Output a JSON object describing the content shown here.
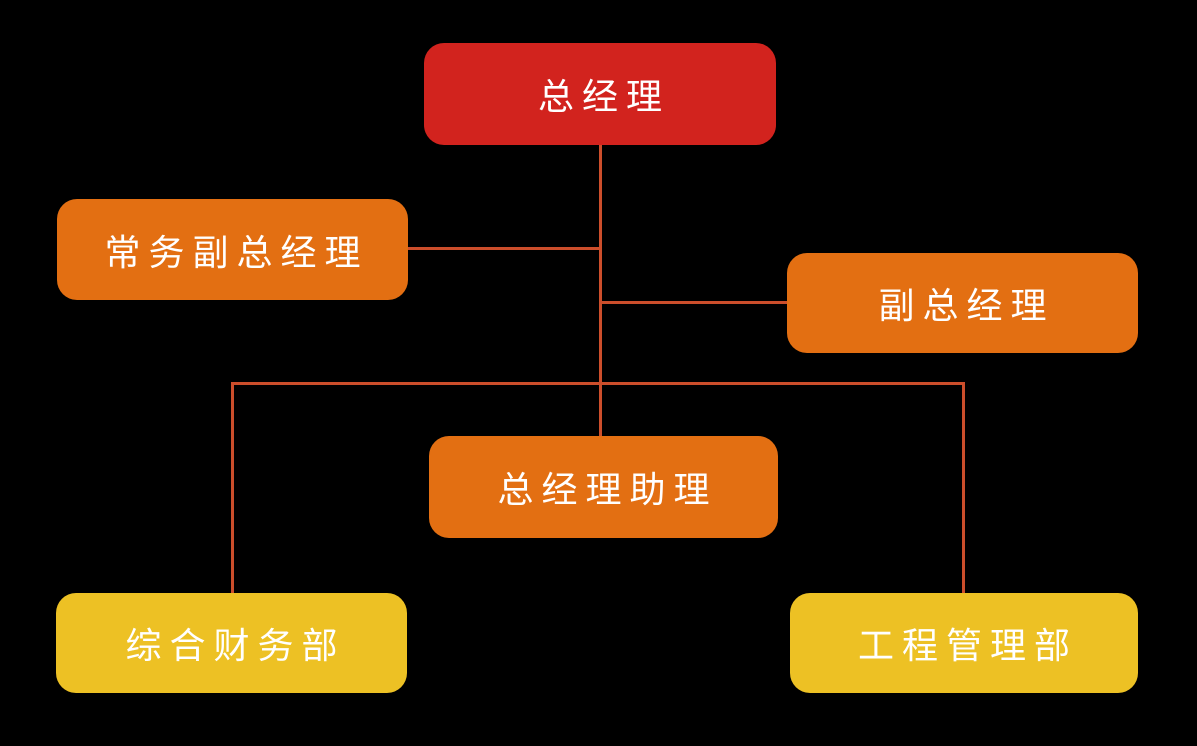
{
  "diagram": {
    "type": "org-chart",
    "background_color": "#000000",
    "text_color": "#ffffff",
    "connector_color": "#cc4e2b",
    "node_colors": {
      "top_level": "#d2231e",
      "mid_level": "#e36f12",
      "department_level": "#edc124"
    },
    "nodes": [
      {
        "id": "general-manager",
        "label": "总经理",
        "level": 1,
        "color": "#d2231e"
      },
      {
        "id": "executive-deputy-gm",
        "label": "常务副总经理",
        "level": 2,
        "color": "#e36f12"
      },
      {
        "id": "deputy-general-manager",
        "label": "副总经理",
        "level": 2,
        "color": "#e36f12"
      },
      {
        "id": "general-manager-assistant",
        "label": "总经理助理",
        "level": 3,
        "color": "#e36f12"
      },
      {
        "id": "general-finance-dept",
        "label": "综合财务部",
        "level": 4,
        "color": "#edc124"
      },
      {
        "id": "engineering-mgmt-dept",
        "label": "工程管理部",
        "level": 4,
        "color": "#edc124"
      }
    ],
    "edges": [
      {
        "from": "general-manager",
        "to": "executive-deputy-gm"
      },
      {
        "from": "general-manager",
        "to": "deputy-general-manager"
      },
      {
        "from": "general-manager",
        "to": "general-manager-assistant"
      },
      {
        "from": "general-manager",
        "to": "general-finance-dept"
      },
      {
        "from": "general-manager",
        "to": "engineering-mgmt-dept"
      }
    ]
  }
}
